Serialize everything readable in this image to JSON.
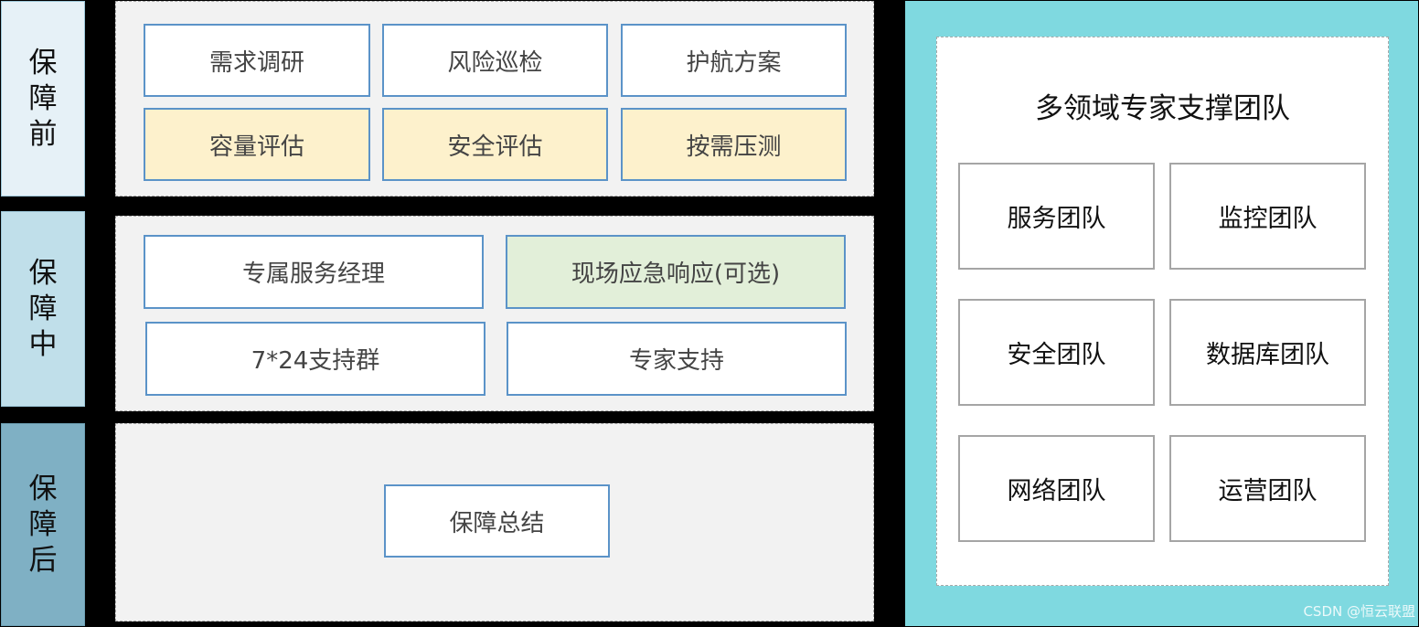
{
  "stages": {
    "before": [
      "保",
      "障",
      "前"
    ],
    "during": [
      "保",
      "障",
      "中"
    ],
    "after": [
      "保",
      "障",
      "后"
    ]
  },
  "before_items": [
    "需求调研",
    "风险巡检",
    "护航方案",
    "容量评估",
    "安全评估",
    "按需压测"
  ],
  "during_items": [
    "专属服务经理",
    "现场应急响应(可选)",
    "7*24支持群",
    "专家支持"
  ],
  "after_items": [
    "保障总结"
  ],
  "team": {
    "title": "多领域专家支撑团队",
    "items": [
      "服务团队",
      "监控团队",
      "安全团队",
      "数据库团队",
      "网络团队",
      "运营团队"
    ]
  },
  "watermark": "CSDN @恒云联盟",
  "colors": {
    "item_border": "#5b93c8",
    "highlight_yellow": "#fdf1cc",
    "highlight_green": "#e2efd9",
    "team_background": "#7fd9e0"
  }
}
